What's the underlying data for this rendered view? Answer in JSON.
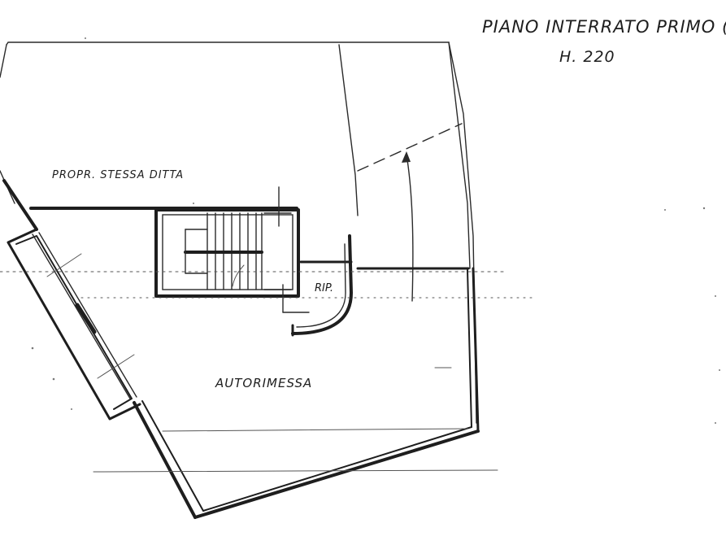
{
  "drawing": {
    "title_line1": "PIANO  INTERRATO  PRIMO (S",
    "title_line2": "H. 220",
    "rooms": {
      "neighbour": "PROPR. STESSA DITTA",
      "garage": "AUTORIMESSA",
      "storage": "RIP."
    }
  },
  "colors": {
    "ink": "#1e1e1e",
    "paper": "#ffffff"
  }
}
